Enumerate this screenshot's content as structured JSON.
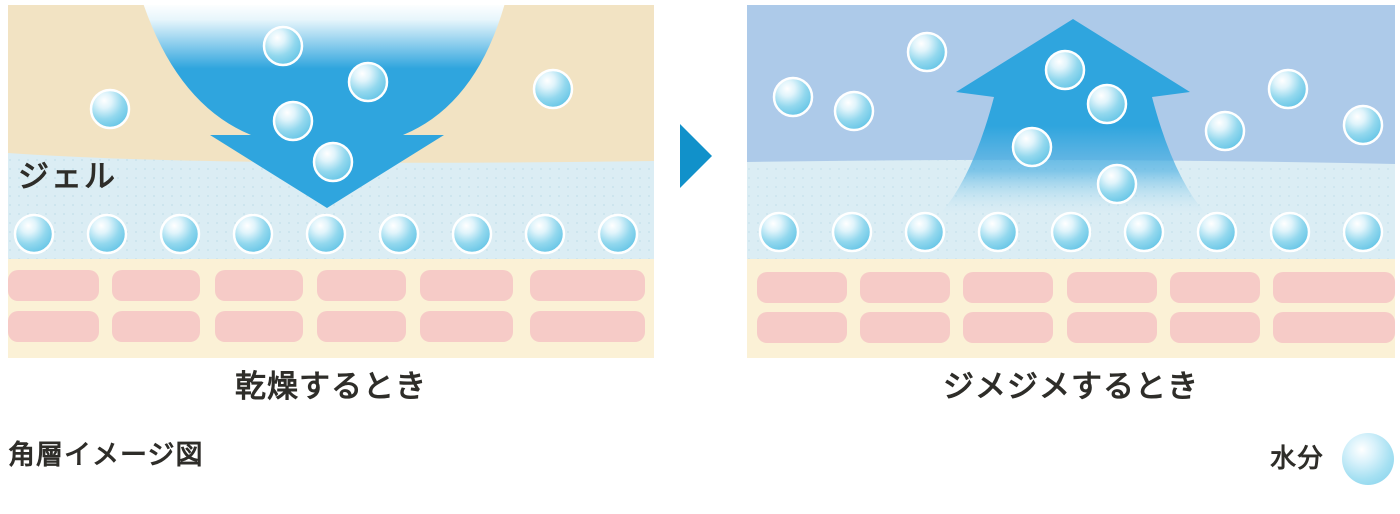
{
  "panels": {
    "dry": {
      "title": "乾燥するとき",
      "gel_label": "ジェル",
      "arrow_icon": "downward-absorb-arrow",
      "description_icons": [
        "water-droplet"
      ]
    },
    "humid": {
      "title": "ジメジメするとき",
      "arrow_icon": "upward-release-arrow",
      "description_icons": [
        "water-droplet"
      ]
    }
  },
  "separator": {
    "icon": "right-triangle-arrow"
  },
  "footer": {
    "caption": "角層イメージ図",
    "legend": {
      "label": "水分",
      "icon": "water-droplet"
    }
  },
  "colors": {
    "arrow_blue": "#2fa5de",
    "separator_blue": "#1191ca",
    "dry_sky_beige": "#f2e3c3",
    "humid_sky_blue": "#adcae9",
    "gel_layer_blue": "#dbedf4",
    "skin_base_beige": "#fbf1d6",
    "skin_cell_pink": "#f6cbc7",
    "droplet_blue": "#5fc2e5",
    "text_dark": "#2e2d29"
  }
}
